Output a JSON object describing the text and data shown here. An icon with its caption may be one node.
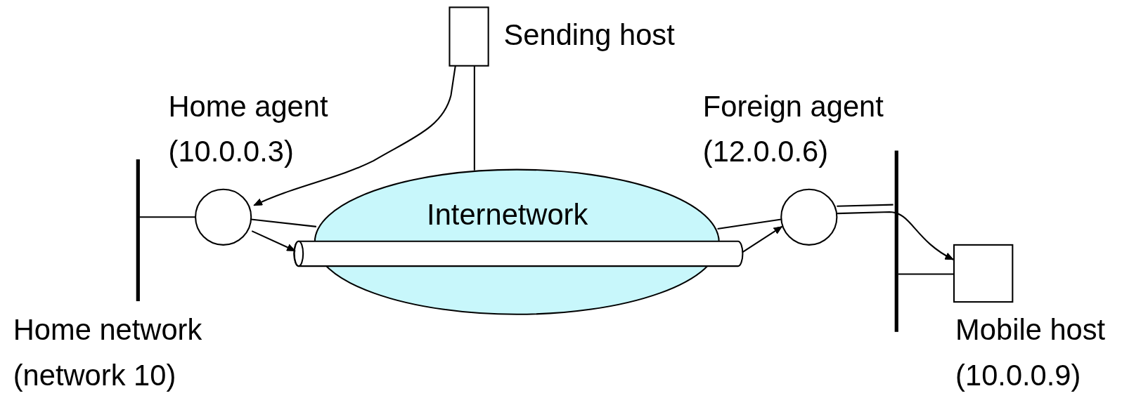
{
  "diagram": {
    "nodes": [
      {
        "text": [
          "Sending host"
        ]
      },
      {
        "text": [
          "Home agent (10.0.0.3)"
        ]
      },
      {
        "text": [
          "Home network (network 10)"
        ]
      },
      {
        "text": [
          "Internetwork"
        ]
      },
      {
        "text": [],
        "shape": "cylinder"
      },
      {
        "text": [
          "Foreign agent (12.0.0.6)"
        ]
      },
      {
        "text": [],
        "shape": "bar"
      },
      {
        "text": [
          "Mobile host (10.0.0.9)"
        ]
      }
    ],
    "edges": [
      {
        "from": 0,
        "to": 3,
        "arrow": "none"
      },
      {
        "from": 0,
        "to": 1,
        "arrow": "to"
      },
      {
        "from": 2,
        "to": 1,
        "arrow": "none"
      },
      {
        "from": 1,
        "to": 3,
        "arrow": "none"
      },
      {
        "from": 1,
        "to": 4,
        "arrow": "to"
      },
      {
        "from": 4,
        "to": 5,
        "arrow": "to"
      },
      {
        "from": 3,
        "to": 5,
        "arrow": "none"
      },
      {
        "from": 5,
        "to": 6,
        "arrow": "none"
      },
      {
        "from": 5,
        "to": 7,
        "arrow": "to"
      },
      {
        "from": 6,
        "to": 7,
        "arrow": "none"
      }
    ]
  }
}
